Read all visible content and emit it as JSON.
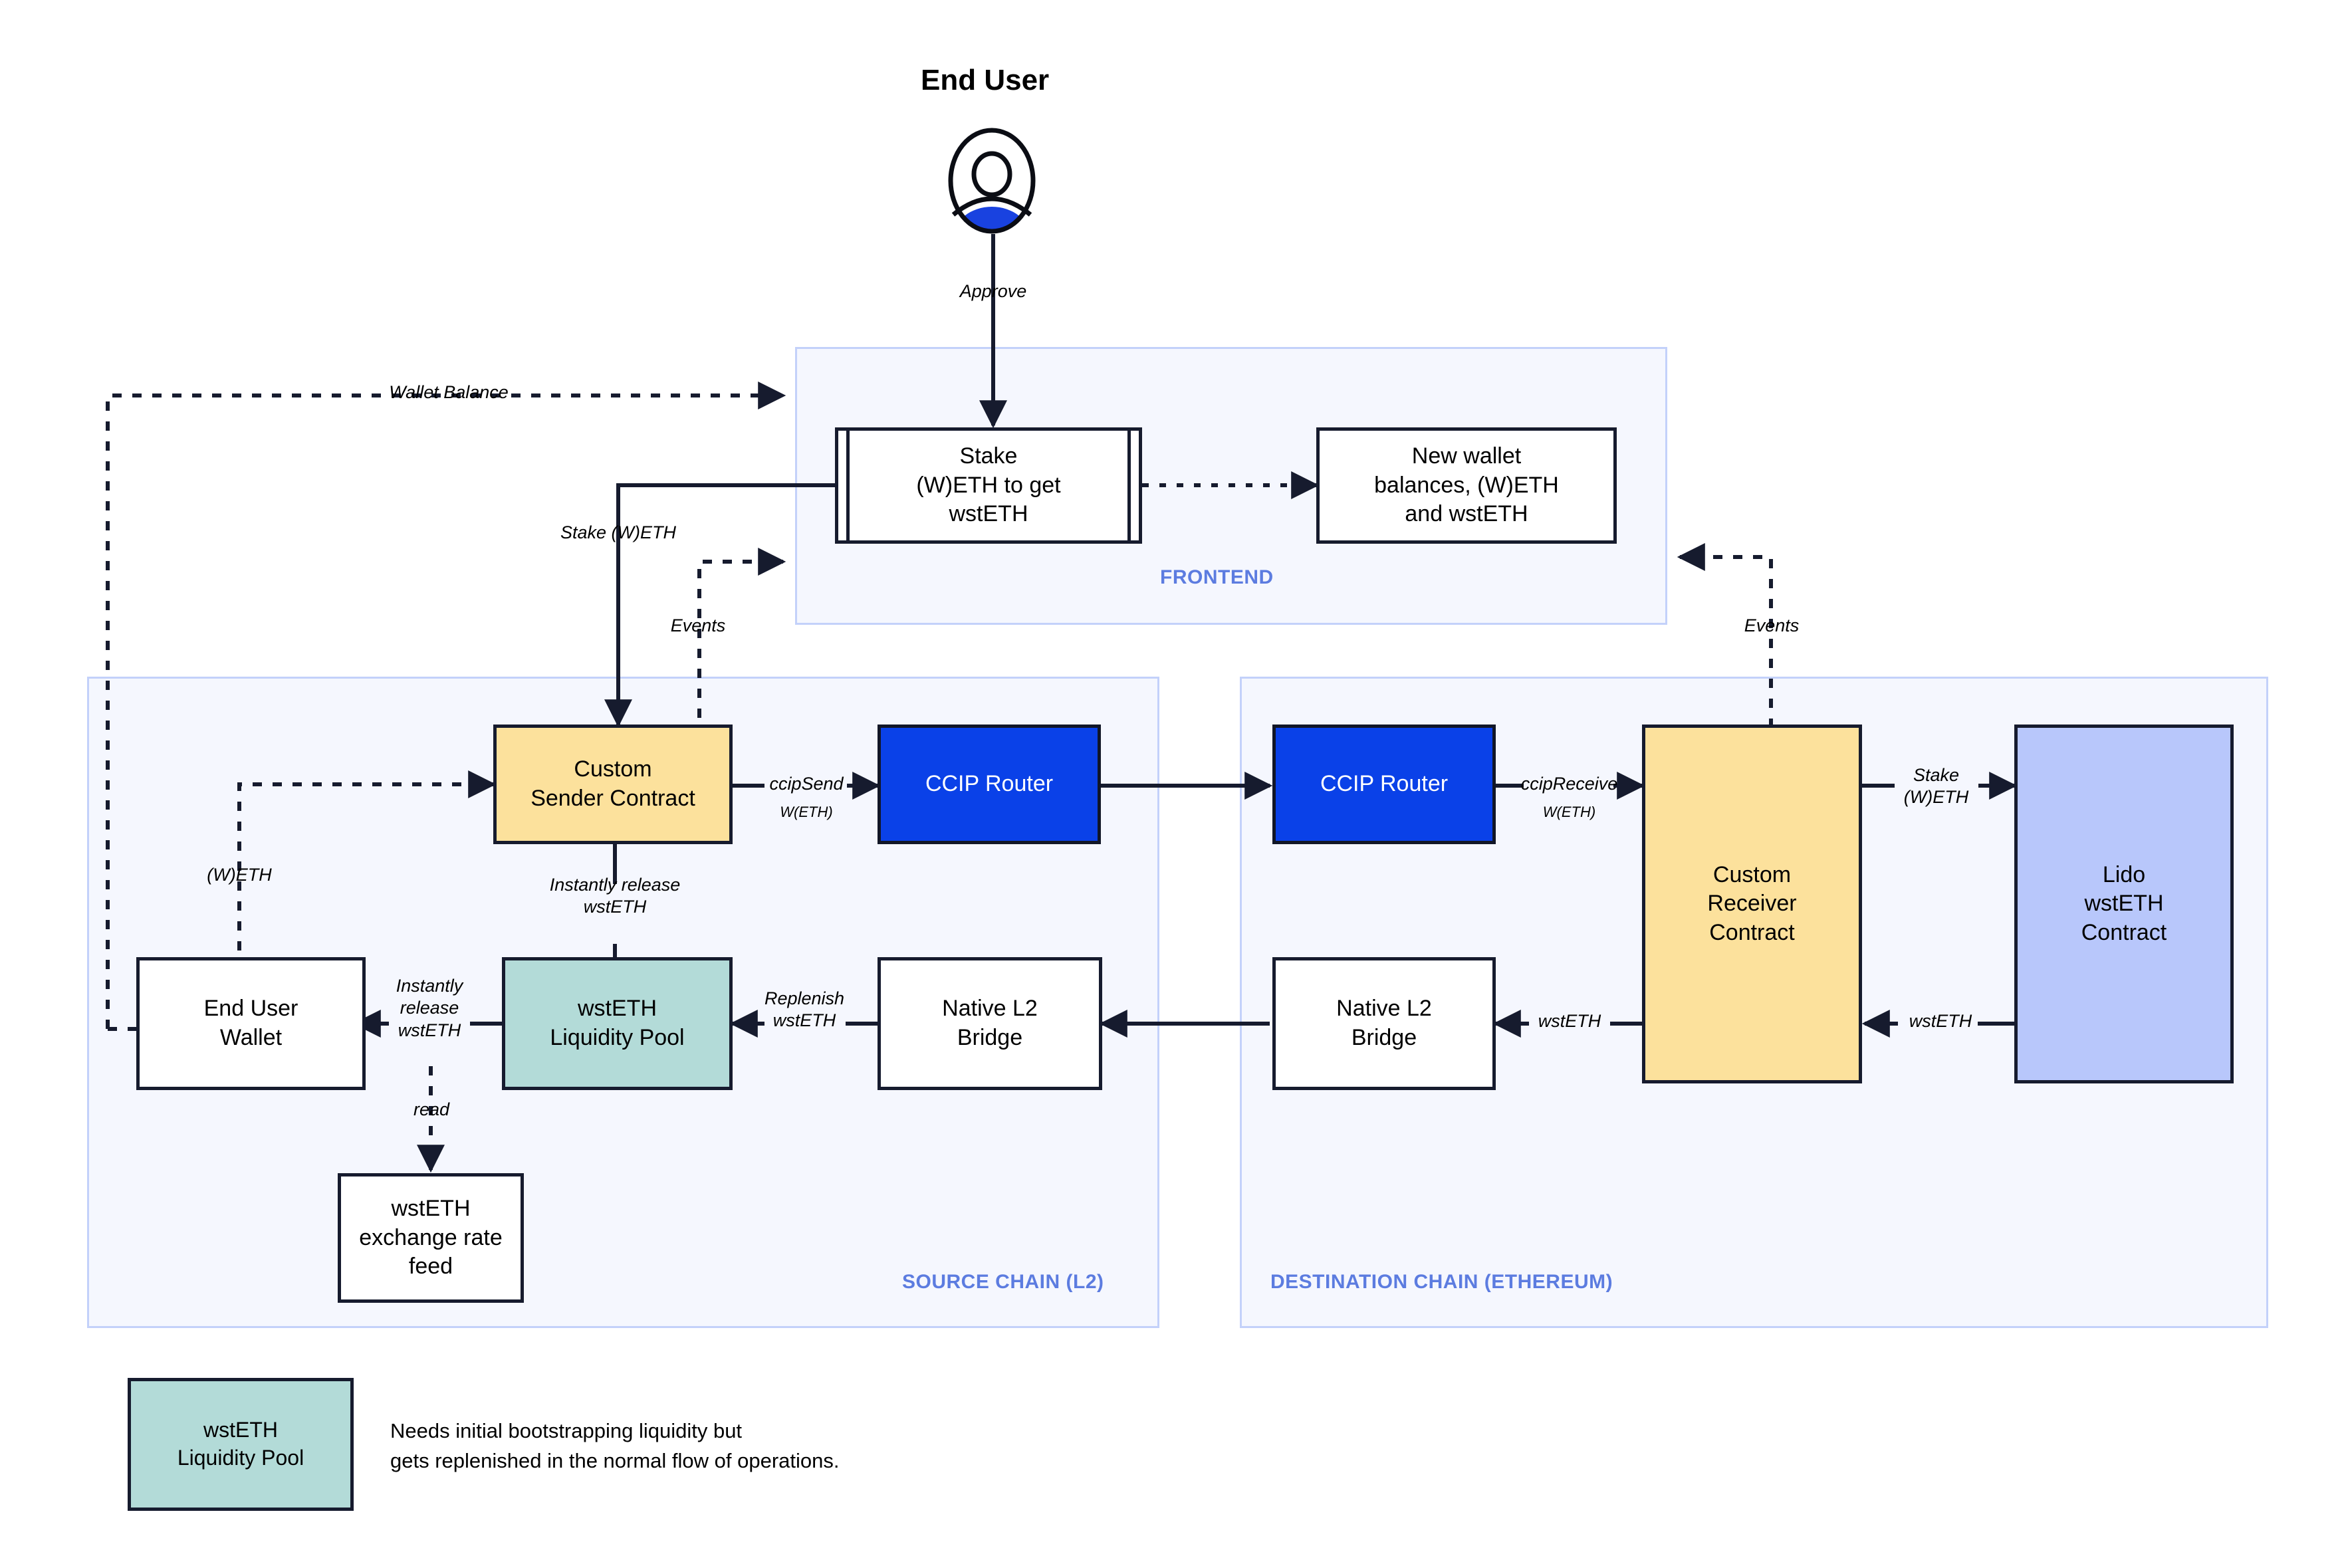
{
  "diagram": {
    "title": "End User",
    "actor": {
      "label": "End User",
      "icon": "user-avatar-icon",
      "accent": "#1942E0"
    }
  },
  "containers": [
    {
      "key": "frontend",
      "label": "FRONTEND"
    },
    {
      "key": "source",
      "label": "SOURCE CHAIN (L2)"
    },
    {
      "key": "destination",
      "label": "DESTINATION CHAIN (ETHEREUM)"
    }
  ],
  "nodes": {
    "stake_form": "Stake\n(W)ETH to get\nwstETH",
    "new_balances": "New wallet\nbalances, (W)ETH\nand wstETH",
    "sender": "Custom\nSender Contract",
    "ccip_router_src": "CCIP Router",
    "ccip_router_dst": "CCIP Router",
    "receiver": "Custom\nReceiver\nContract",
    "lido": "Lido\nwstETH\nContract",
    "end_user_wallet": "End User\nWallet",
    "liquidity_pool": "wstETH\nLiquidity Pool",
    "native_bridge_l2": "Native L2\nBridge",
    "native_bridge_eth": "Native L2\nBridge",
    "rate_feed": "wstETH\nexchange rate\nfeed"
  },
  "edge_labels": {
    "approve": "Approve",
    "wallet_balance": "Wallet Balance",
    "stake_weth": "Stake (W)ETH",
    "events_left": "Events",
    "events_right": "Events",
    "ccip_send": "ccipSend",
    "ccip_send_sub": "W(ETH)",
    "ccip_receive": "ccipReceive",
    "ccip_receive_sub": "W(ETH)",
    "weth_left": "(W)ETH",
    "instantly_release_wsteth_vertical": "Instantly release\nwstETH",
    "instantly_release_wsteth_horizontal": "Instantly\nrelease\nwstETH",
    "replenish_wsteth": "Replenish\nwstETH",
    "wsteth_mid": "wstETH",
    "wsteth_right": "wstETH",
    "stake_weth_right": "Stake\n(W)ETH",
    "read": "read"
  },
  "legend": {
    "swatch_label": "wstETH\nLiquidity Pool",
    "note": "Needs initial bootstrapping liquidity but\ngets replenished in the normal flow of operations."
  },
  "colors": {
    "container_fill": "#F5F7FE",
    "container_border": "#C3D1FA",
    "container_label": "#5C7CE0",
    "yellow": "#FCE19C",
    "teal": "#B3DBD8",
    "periwinkle": "#B8C7FB",
    "ccip_blue": "#0A41E8",
    "stroke": "#161B2E"
  }
}
